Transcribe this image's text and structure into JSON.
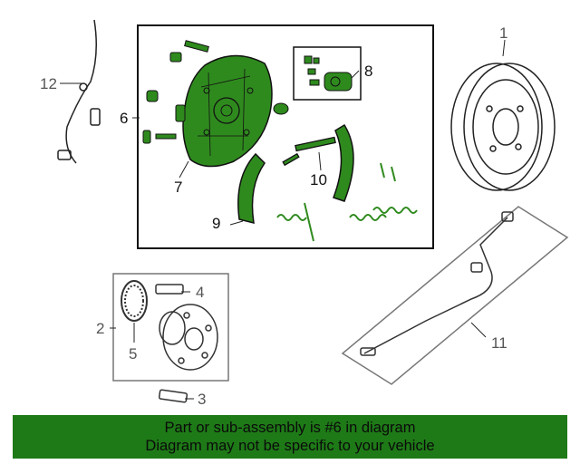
{
  "callouts": {
    "c1": "1",
    "c2": "2",
    "c3": "3",
    "c4": "4",
    "c5": "5",
    "c6": "6",
    "c7": "7",
    "c8": "8",
    "c9": "9",
    "c10": "10",
    "c11": "11",
    "c12": "12"
  },
  "banner": {
    "line1": "Part or sub-assembly is #6 in diagram",
    "line2": "Diagram may not be specific to your vehicle"
  },
  "colors": {
    "highlight": "#2f8a1e",
    "banner": "#1e7a17",
    "line": "#333333"
  }
}
